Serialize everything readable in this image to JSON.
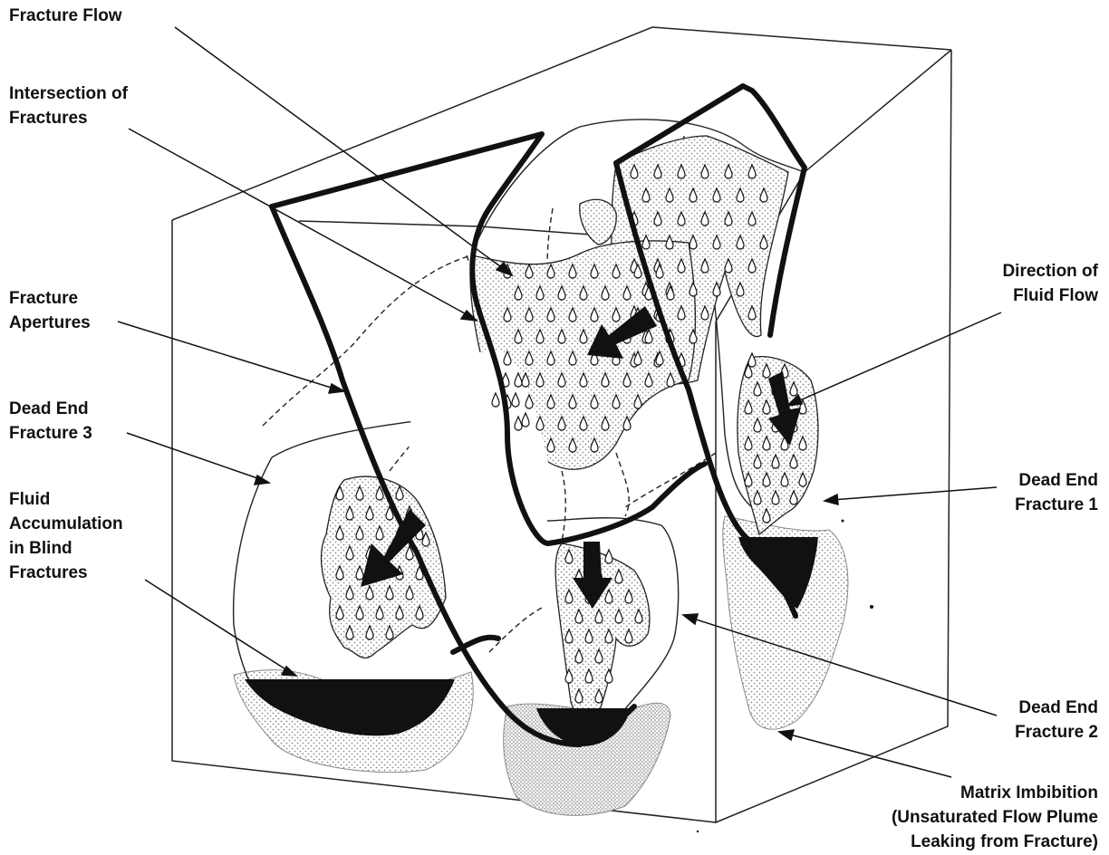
{
  "labels": {
    "fracture_flow": [
      "Fracture Flow"
    ],
    "intersection": [
      "Intersection of",
      "Fractures"
    ],
    "apertures": [
      "Fracture",
      "Apertures"
    ],
    "dead_end_3": [
      "Dead End",
      "Fracture 3"
    ],
    "fluid_accumulation": [
      "Fluid",
      "Accumulation",
      "in Blind",
      "Fractures"
    ],
    "direction": [
      "Direction of",
      "Fluid Flow"
    ],
    "dead_end_1": [
      "Dead End",
      "Fracture 1"
    ],
    "dead_end_2": [
      "Dead End",
      "Fracture 2"
    ],
    "matrix_imbibition": [
      "Matrix Imbibition",
      "(Unsaturated Flow Plume",
      "Leaking from Fracture)"
    ]
  },
  "colors": {
    "ink": "#111111",
    "fluid_stipple": "#9a9a9a",
    "pool": "#111111"
  }
}
